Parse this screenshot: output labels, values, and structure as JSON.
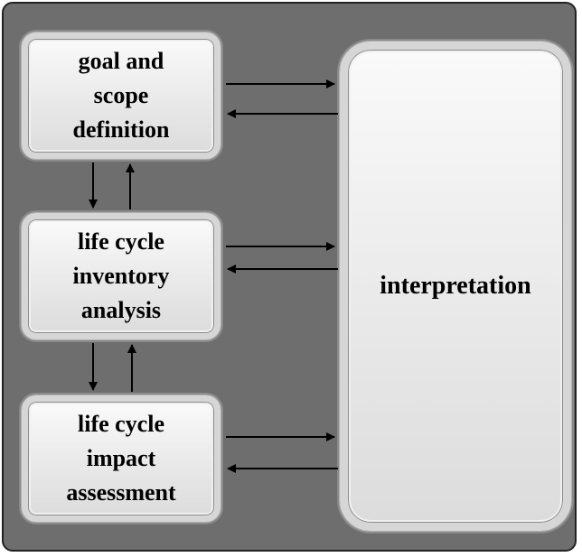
{
  "diagram": {
    "nodes": {
      "goal": "goal and\nscope\ndefinition",
      "lci": "life cycle\ninventory\nanalysis",
      "lcia": "life cycle\nimpact\nassessment",
      "interpretation": "interpretation"
    },
    "colors": {
      "frame_background": "#6e6e6e",
      "box_fill": "#e9e9e9",
      "arrow": "#000000"
    },
    "edges": [
      {
        "from": "goal",
        "to": "interpretation"
      },
      {
        "from": "interpretation",
        "to": "goal"
      },
      {
        "from": "lci",
        "to": "interpretation"
      },
      {
        "from": "interpretation",
        "to": "lci"
      },
      {
        "from": "lcia",
        "to": "interpretation"
      },
      {
        "from": "interpretation",
        "to": "lcia"
      },
      {
        "from": "goal",
        "to": "lci"
      },
      {
        "from": "lci",
        "to": "goal"
      },
      {
        "from": "lci",
        "to": "lcia"
      },
      {
        "from": "lcia",
        "to": "lci"
      }
    ]
  }
}
